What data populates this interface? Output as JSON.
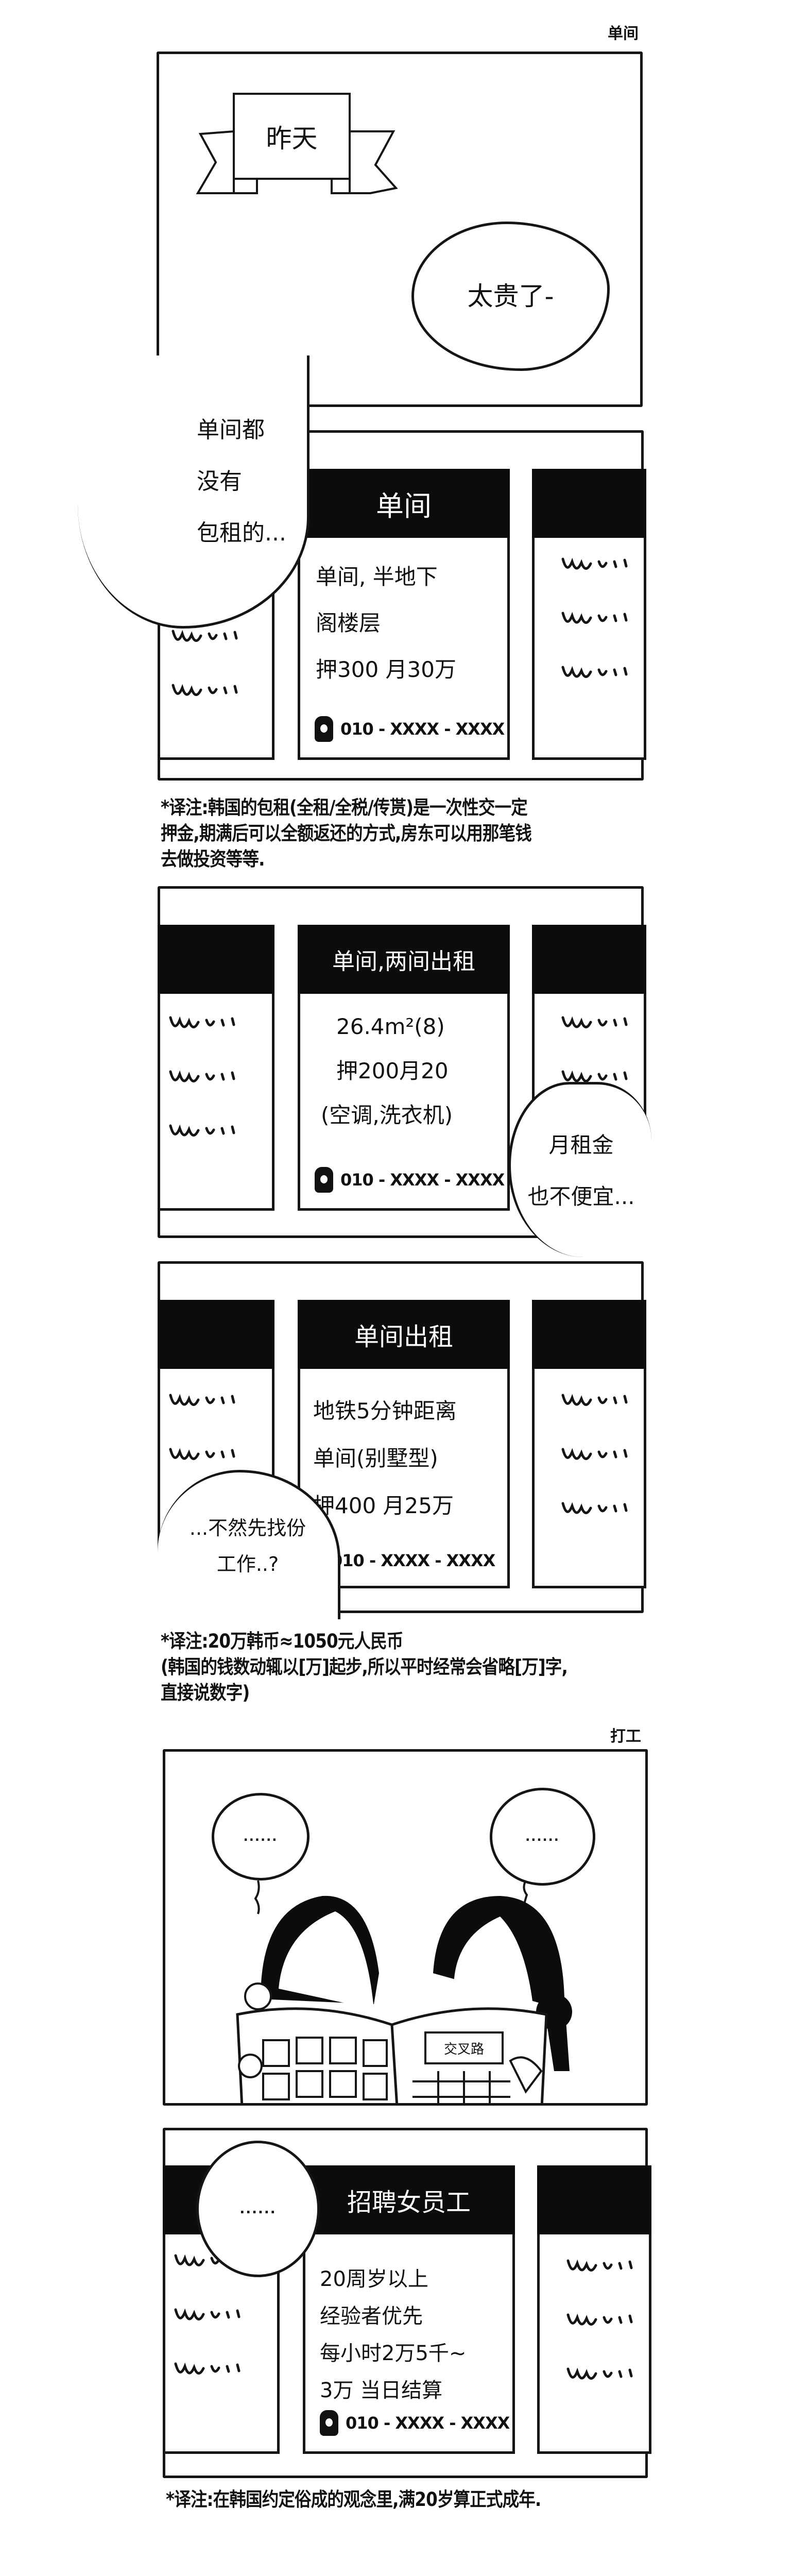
{
  "sections": {
    "room": "单间",
    "work": "打工"
  },
  "panel1": {
    "banner": "昨天",
    "bubble": "太贵了-"
  },
  "panel2": {
    "bubble_lines": [
      "单间都",
      "没有",
      "包租的..."
    ],
    "ad_title": "单间",
    "ad_lines": [
      "单间, 半地下",
      "阁楼层",
      "押300 月30万"
    ],
    "phone": "010 - XXXX - XXXX"
  },
  "footnote1": [
    "*译注:韩国的包租(全租/全税/传贳)是一次性交一定",
    "押金,期满后可以全额返还的方式,房东可以用那笔钱",
    "去做投资等等."
  ],
  "panel3": {
    "ad_title": "单间,两间出租",
    "ad_lines": [
      "26.4m²(8)",
      "押200月20",
      "(空调,洗衣机)"
    ],
    "phone": "010 - XXXX - XXXX",
    "bubble_lines": [
      "月租金",
      "也不便宜..."
    ]
  },
  "panel4": {
    "ad_title": "单间出租",
    "ad_lines": [
      "地铁5分钟距离",
      "单间(别墅型)",
      "押400 月25万"
    ],
    "phone": "010 - XXXX - XXXX",
    "bubble_lines": [
      "...不然先找份",
      "工作..?"
    ]
  },
  "footnote2": [
    "*译注:20万韩币≈1050元人民币",
    "(韩国的钱数动辄以[万]起步,所以平时经常会省略[万]字,",
    "直接说数字)"
  ],
  "panel5": {
    "bubble_left": "......",
    "bubble_right": "......",
    "newspaper_title": "交叉路"
  },
  "panel6": {
    "bubble": "......",
    "ad_title": "招聘女员工",
    "ad_lines": [
      "20周岁以上",
      "经验者优先",
      "每小时2万5千~",
      "3万 当日结算"
    ],
    "phone": "010 - XXXX - XXXX"
  },
  "footnote3": [
    "*译注:在韩国约定俗成的观念里,满20岁算正式成年."
  ]
}
